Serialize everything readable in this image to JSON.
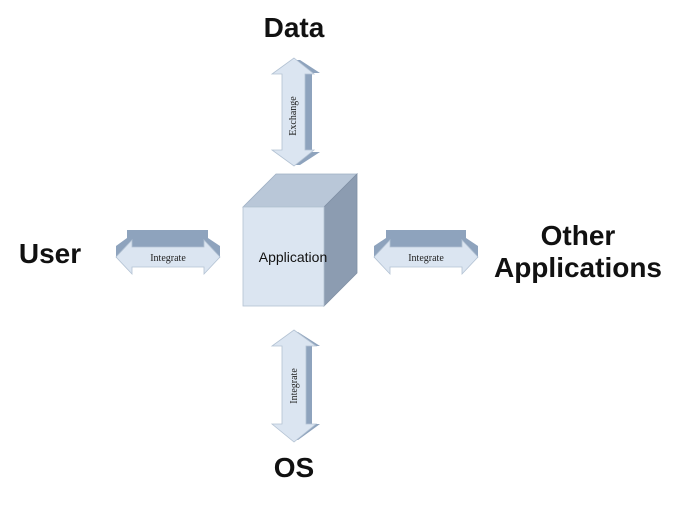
{
  "nodes": {
    "data": "Data",
    "user": "User",
    "other_line1": "Other",
    "other_line2": "Applications",
    "os": "OS"
  },
  "center": {
    "label": "Application"
  },
  "arrows": {
    "top": "Exchange",
    "left": "Integrate",
    "right": "Integrate",
    "bottom": "Integrate"
  },
  "colors": {
    "arrow_fill": "#dbe5f1",
    "arrow_shadow": "#8ea3bd",
    "cube_front": "#dbe5f1",
    "cube_top": "#b9c7d8",
    "cube_side": "#8c9cb1"
  }
}
